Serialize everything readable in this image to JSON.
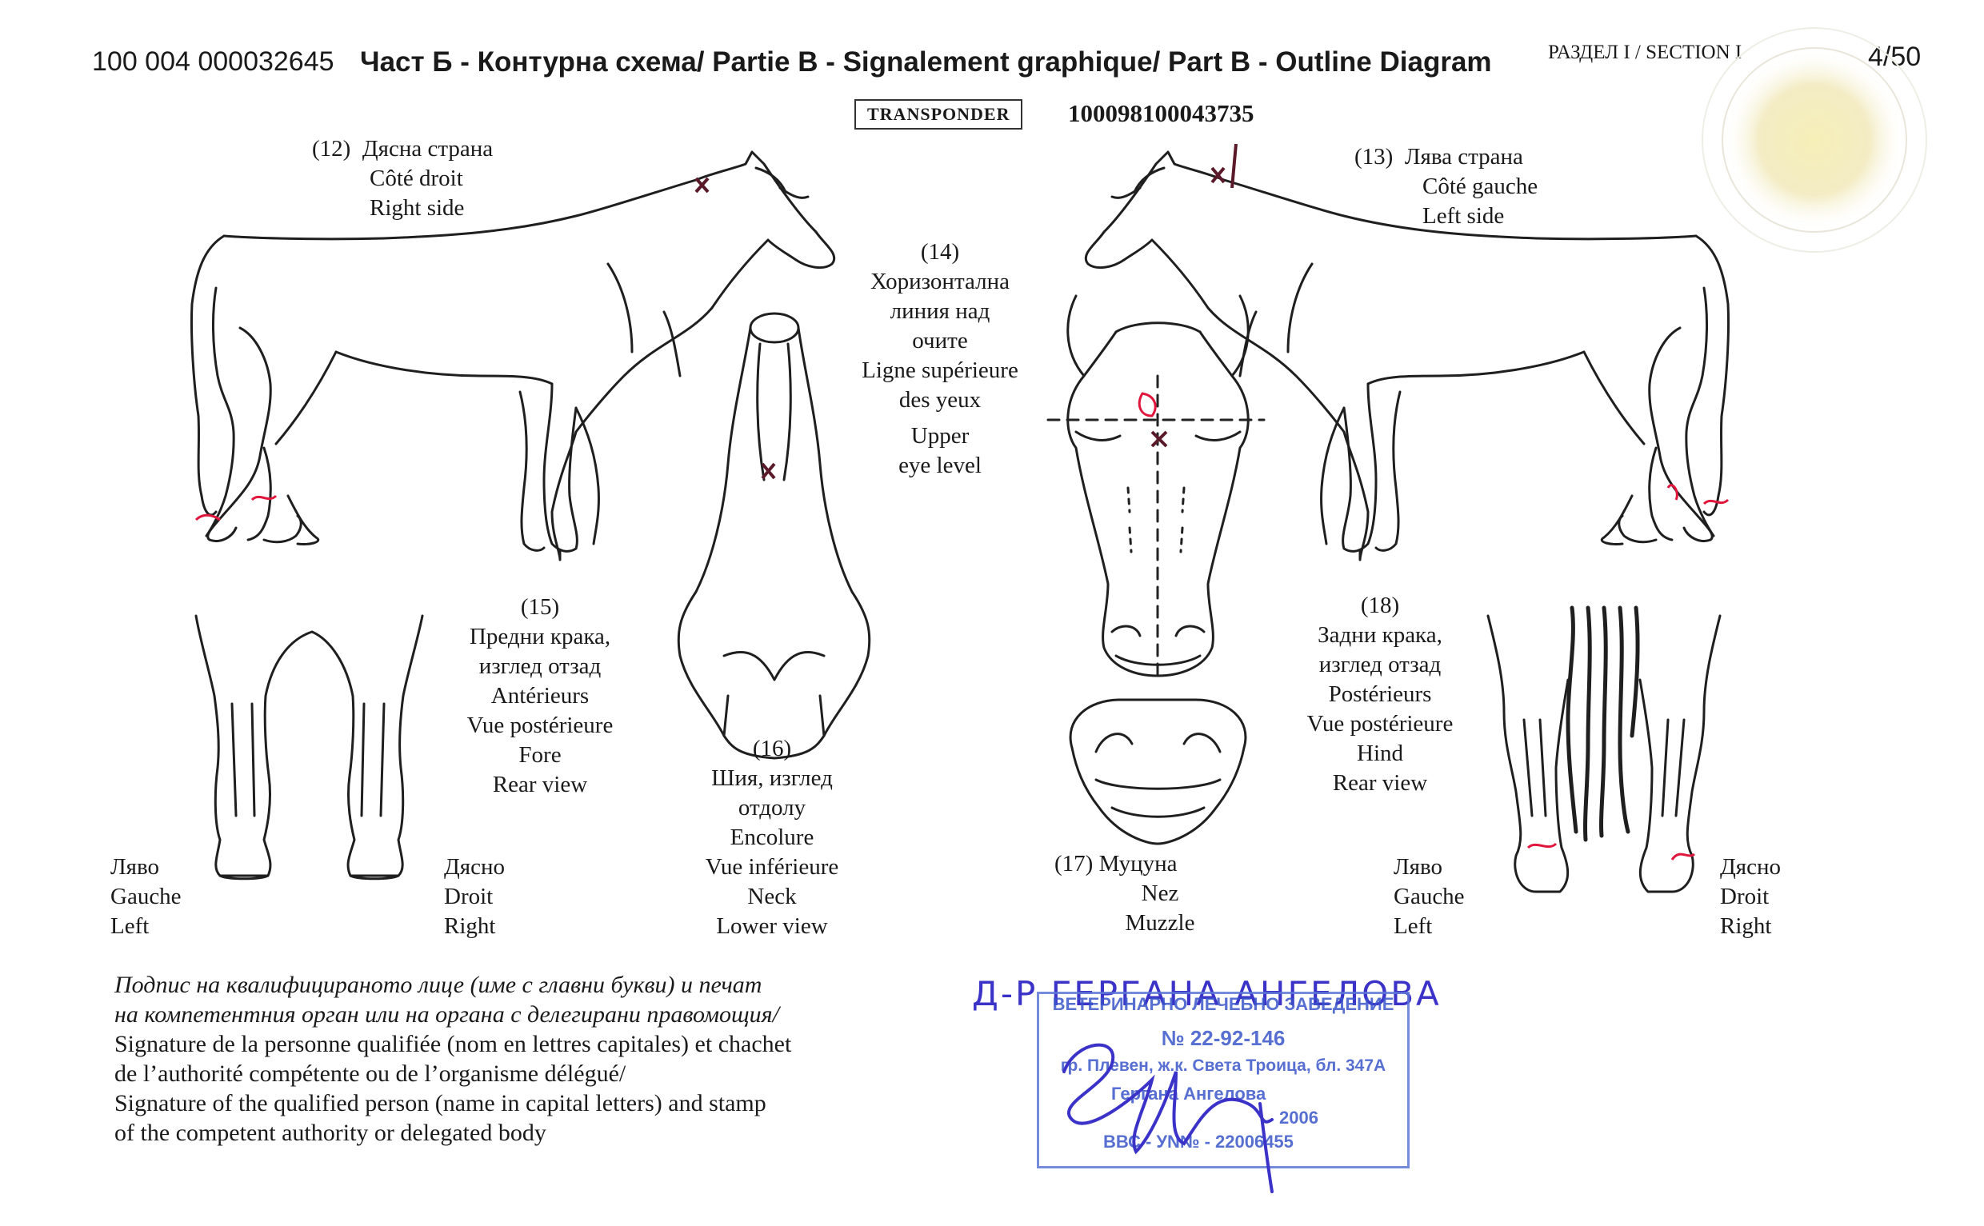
{
  "header": {
    "doc_number": "100 004 000032645",
    "title": "Част Б - Контурна схема/ Partie B - Signalement graphique/ Part B - Outline Diagram",
    "section": "РАЗДЕЛ I / SECTION I",
    "page": "4/50"
  },
  "transponder": {
    "label": "TRANSPONDER",
    "number": "100098100043735"
  },
  "diagrams": {
    "right_side": {
      "num": "(12)",
      "bg": "Дясна страна",
      "fr": "Côté droit",
      "en": "Right side"
    },
    "left_side": {
      "num": "(13)",
      "bg": "Лява страна",
      "fr": "Côté gauche",
      "en": "Left side"
    },
    "eye_level": {
      "num": "(14)",
      "lines": [
        "Хоризонтална",
        "линия над",
        "очите",
        "Ligne supérieure",
        "des yeux",
        "Upper",
        "eye level"
      ]
    },
    "fore": {
      "num": "(15)",
      "lines": [
        "Предни крака,",
        "изглед отзад",
        "Antérieurs",
        "Vue postérieure",
        "Fore",
        "Rear view"
      ]
    },
    "neck": {
      "num": "(16)",
      "lines": [
        "Шия, изглед",
        "отдолу",
        "Encolure",
        "Vue inférieure",
        "Neck",
        "Lower view"
      ]
    },
    "muzzle": {
      "num": "(17)",
      "lines": [
        "Муцуна",
        "Nez",
        "Muzzle"
      ]
    },
    "hind": {
      "num": "(18)",
      "lines": [
        "Задни крака,",
        "изглед отзад",
        "Postérieurs",
        "Vue postérieure",
        "Hind",
        "Rear view"
      ]
    },
    "fore_left": [
      "Ляво",
      "Gauche",
      "Left"
    ],
    "fore_right": [
      "Дясно",
      "Droit",
      "Right"
    ],
    "hind_left": [
      "Ляво",
      "Gauche",
      "Left"
    ],
    "hind_right": [
      "Дясно",
      "Droit",
      "Right"
    ]
  },
  "footer": {
    "lines_italic": [
      "Подпис на квалифицираното лице (име с главни букви) и печат",
      "на компетентния орган или на органа с делегирани правомощия/"
    ],
    "lines": [
      "Signature de la personne qualifiée (nom en lettres capitales) et chachet",
      "de l’authorité compétente ou de l’organisme délégué/",
      "Signature of the qualified person (name in capital letters) and stamp",
      "of the competent authority or delegated body"
    ]
  },
  "signature": {
    "name": "Д-Р ГЕРГАНА АНГЕЛОВА",
    "stamp_lines": [
      "ВЕТЕРИНАРНО ЛЕЧЕБНО ЗАВЕДЕНИЕ",
      "№ 22-92-146",
      "гр. Плевен, ж.к. Света Троица, бл. 347А",
      "Гергана Ангелова",
      "2006",
      "ВВС - УN№ - 22006455"
    ]
  },
  "colors": {
    "ink": "#1a1a1a",
    "marking_red": "#e0163c",
    "stamp_blue": "#3a56c8",
    "signature_blue": "#3b32c8",
    "cross": "#5a1a2a"
  }
}
